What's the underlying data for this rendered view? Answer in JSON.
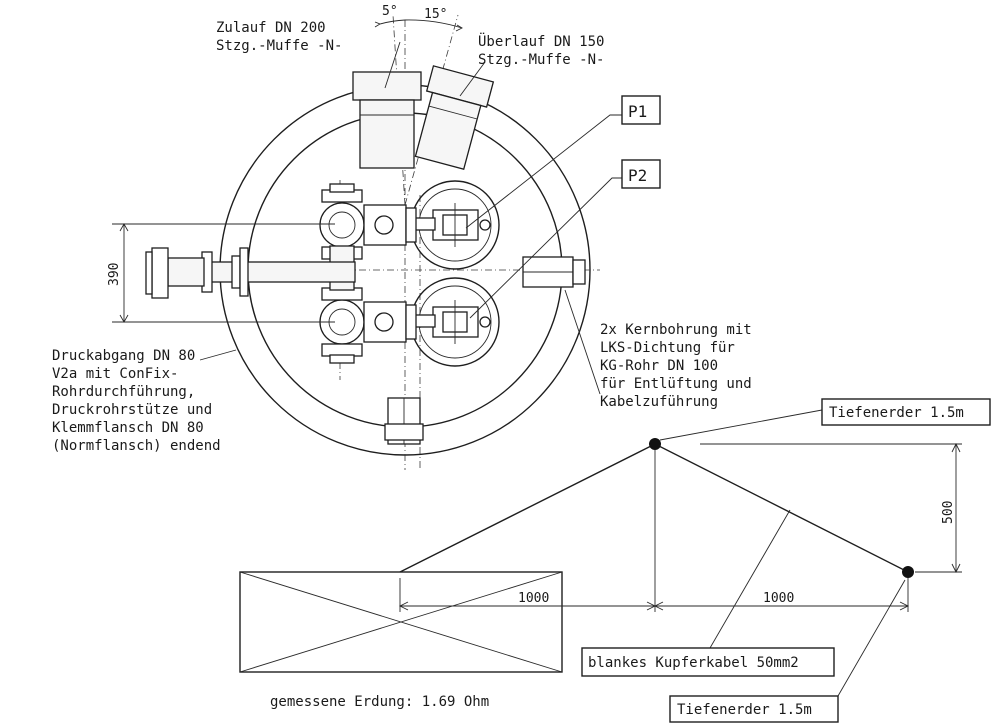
{
  "labels": {
    "inlet": [
      "Zulauf DN 200",
      "Stzg.-Muffe -N-"
    ],
    "overflow": [
      "Überlauf DN 150",
      "Stzg.-Muffe -N-"
    ],
    "angle_a": "5°",
    "angle_b": "15°",
    "pump1": "P1",
    "pump2": "P2",
    "dim_390": "390",
    "pressure_outlet": [
      "Druckabgang DN 80",
      "V2a mit ConFix-",
      "Rohrdurchführung,",
      "Druckrohrstütze und",
      "Klemmflansch DN 80",
      "(Normflansch) endend"
    ],
    "core_drilling": [
      "2x Kernbohrung mit",
      "LKS-Dichtung für",
      "KG-Rohr DN 100",
      "für Entlüftung und",
      "Kabelzuführung"
    ],
    "ground_rod_top": "Tiefenerder 1.5m",
    "ground_rod_bottom": "Tiefenerder 1.5m",
    "dim_500": "500",
    "dim_1000_left": "1000",
    "dim_1000_right": "1000",
    "copper_cable": "blankes Kupferkabel 50mm2",
    "measured_earthing": "gemessene Erdung: 1.69 Ohm"
  }
}
